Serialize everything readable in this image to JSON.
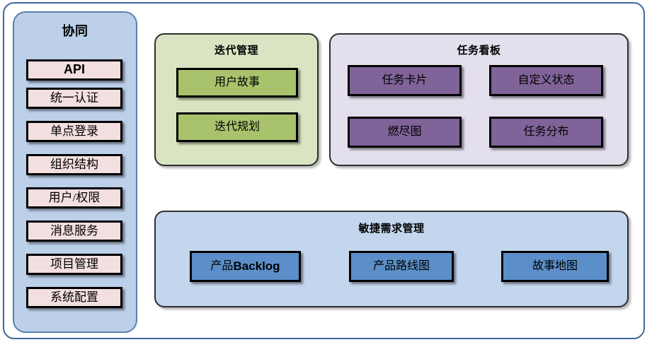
{
  "diagram": {
    "title_hidden": "",
    "colors": {
      "frame_border": "#41689b",
      "sidebar_bg": "#bcd0ea",
      "sidebar_border": "#5b80ad",
      "sidebar_node_bg": "#f3dfdf",
      "iteration_bg": "#d9e5c2",
      "iteration_node_bg": "#a9c36c",
      "board_bg": "#e4dfec",
      "board_node_bg": "#7f6399",
      "agile_bg": "#c3d6ee",
      "agile_node_bg": "#5c8fc9",
      "node_border": "#000000"
    }
  },
  "sidebar": {
    "title": "协同",
    "items": [
      {
        "label": "API",
        "latin": true
      },
      {
        "label": "统一认证",
        "latin": false
      },
      {
        "label": "单点登录",
        "latin": false
      },
      {
        "label": "组织结构",
        "latin": false
      },
      {
        "label": "用户/权限",
        "latin": false
      },
      {
        "label": "消息服务",
        "latin": false
      },
      {
        "label": "项目管理",
        "latin": false
      },
      {
        "label": "系统配置",
        "latin": false
      }
    ]
  },
  "iteration": {
    "title": "迭代管理",
    "items": [
      {
        "label": "用户故事"
      },
      {
        "label": "迭代规划"
      }
    ]
  },
  "board": {
    "title": "任务看板",
    "items": [
      {
        "label": "任务卡片"
      },
      {
        "label": "自定义状态"
      },
      {
        "label": "燃尽图"
      },
      {
        "label": "任务分布"
      }
    ]
  },
  "agile": {
    "title": "敏捷需求管理",
    "items": [
      {
        "prefix": "产品",
        "suffix": "Backlog",
        "label": "产品Backlog",
        "mixed": true
      },
      {
        "prefix": "",
        "suffix": "",
        "label": "产品路线图",
        "mixed": false
      },
      {
        "prefix": "",
        "suffix": "",
        "label": "故事地图",
        "mixed": false
      }
    ]
  }
}
